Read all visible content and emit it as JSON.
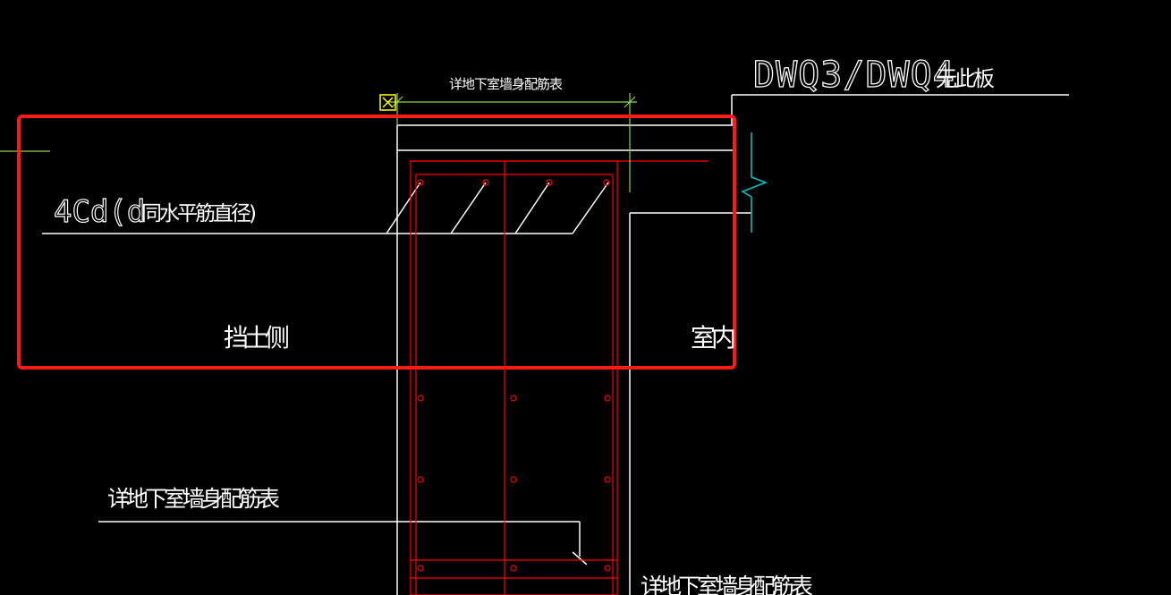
{
  "labels": {
    "dim_top": "详地下室墙身配筋表",
    "wall_id_prefix": "DWQ3/DWQ4",
    "wall_id_suffix": "无此板",
    "anchor_prefix": "4Cd(",
    "anchor_d": "d",
    "anchor_suffix": "同水平筋直径)",
    "soil_side": "挡土侧",
    "indoor": "室内",
    "note_left": "详地下室墙身配筋表",
    "note_bottom": "详地下室墙身配筋表"
  },
  "colors": {
    "background": "#000000",
    "lines": "#ffffff",
    "rebar": "#ff0000",
    "dimension": "#8fd44a",
    "break_symbol": "#00c8c8",
    "highlight": "#ff1a1a",
    "grip": "#ffff00"
  },
  "icons": {
    "grip": "grip-box-icon",
    "break": "break-line-icon"
  }
}
